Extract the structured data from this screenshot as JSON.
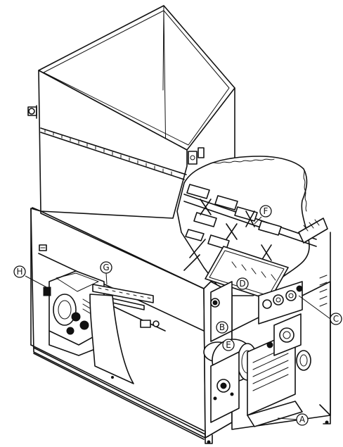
{
  "callouts": {
    "A": "A",
    "B": "B",
    "C": "C",
    "D": "D",
    "E": "E",
    "F": "F",
    "G": "G",
    "H": "H"
  },
  "colors": {
    "line": "#111111",
    "background": "#ffffff"
  }
}
